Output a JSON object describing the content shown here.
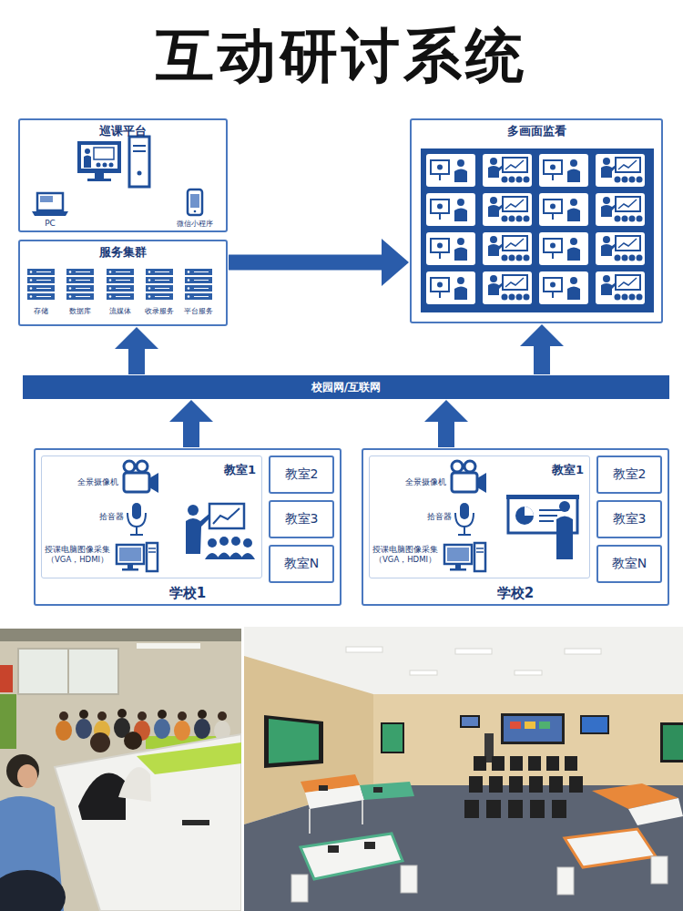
{
  "diagram": {
    "title": "互动研讨系统",
    "nodes": [
      {
        "text": [
          "巡课平台"
        ]
      },
      {
        "text": [
          "服务集群"
        ]
      },
      {
        "text": [
          "多画面监看"
        ]
      },
      {
        "text": [
          "校园网/互联网"
        ]
      },
      {
        "text": [
          "学校1"
        ]
      },
      {
        "text": [
          "教室1"
        ],
        "in": 4
      },
      {
        "text": [
          "教室2"
        ],
        "in": 4
      },
      {
        "text": [
          "教室3"
        ],
        "in": 4
      },
      {
        "text": [
          "教室N"
        ],
        "in": 4
      },
      {
        "text": [
          "学校2"
        ]
      },
      {
        "text": [
          "教室1"
        ],
        "in": 9
      },
      {
        "text": [
          "教室2"
        ],
        "in": 9
      },
      {
        "text": [
          "教室3"
        ],
        "in": 9
      },
      {
        "text": [
          "教室N"
        ],
        "in": 9
      }
    ],
    "edges": [
      {
        "from": 1,
        "to": 2,
        "arrow": "to"
      },
      {
        "from": 3,
        "to": 1,
        "arrow": "to"
      },
      {
        "from": 3,
        "to": 2,
        "arrow": "to"
      },
      {
        "from": 4,
        "to": 3,
        "arrow": "to"
      },
      {
        "from": 9,
        "to": 3,
        "arrow": "to"
      }
    ],
    "labels": [
      "PC",
      "微信小程序",
      "存储",
      "数据库",
      "流媒体",
      "收录服务",
      "平台服务",
      "全景摄像机",
      "拾音器",
      "授课电脑图像采集 （VGA，HDMI）",
      "全景摄像机",
      "拾音器",
      "授课电脑图像采集 （VGA，HDMI）"
    ]
  }
}
